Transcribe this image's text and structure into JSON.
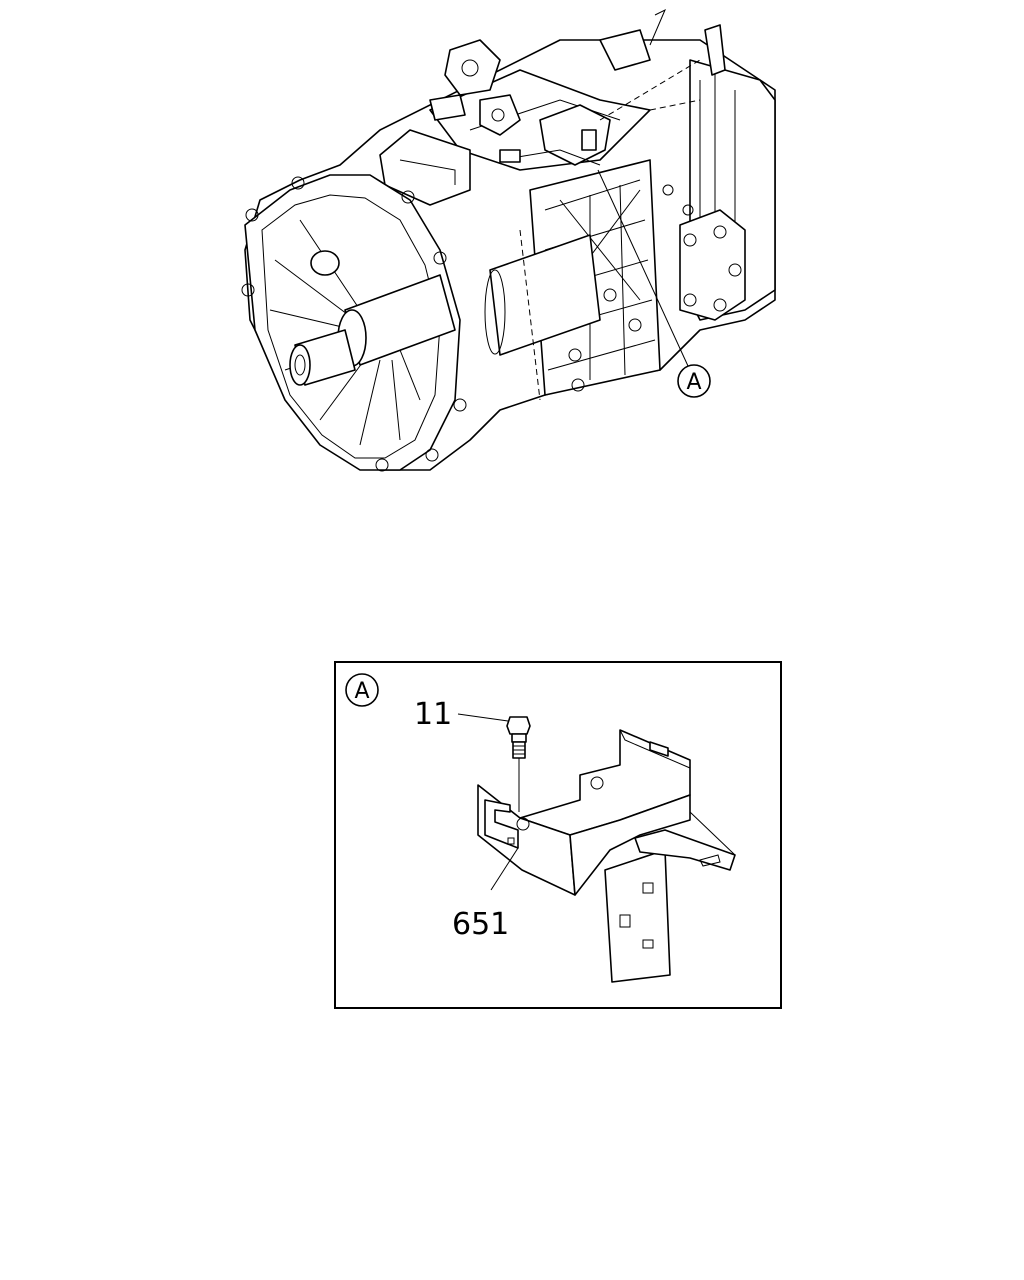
{
  "overview": {
    "callout_letter": "A"
  },
  "detail": {
    "frame_letter": "A",
    "parts": [
      {
        "label": "11"
      },
      {
        "label": "651"
      }
    ]
  }
}
